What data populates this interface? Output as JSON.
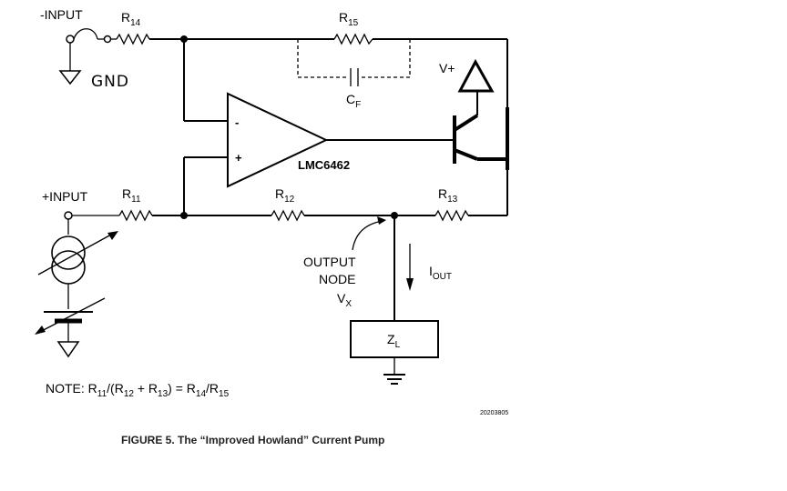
{
  "labels": {
    "neg_input": "-INPUT",
    "pos_input": "+INPUT",
    "gnd": "GND",
    "vplus": "V+",
    "opamp": "LMC6462",
    "output_node_line1": "OUTPUT",
    "output_node_line2": "NODE",
    "vx_main": "V",
    "vx_sub": "X",
    "iout_main": "I",
    "iout_sub": "OUT",
    "zl_main": "Z",
    "zl_sub": "L",
    "opamp_minus": "-",
    "opamp_plus": "+"
  },
  "resistors": {
    "r14": {
      "main": "R",
      "sub": "14"
    },
    "r15": {
      "main": "R",
      "sub": "15"
    },
    "r11": {
      "main": "R",
      "sub": "11"
    },
    "r12": {
      "main": "R",
      "sub": "12"
    },
    "r13": {
      "main": "R",
      "sub": "13"
    },
    "cf": {
      "main": "C",
      "sub": "F"
    }
  },
  "note": {
    "t1": "NOTE: R",
    "s1": "11",
    "t2": "/(R",
    "s2": "12",
    "t3": " + R",
    "s3": "13",
    "t4": ") = R",
    "s4": "14",
    "t5": "/R",
    "s5": "15"
  },
  "figure_code": "20203805",
  "caption": "FIGURE 5. The “Improved Howland” Current Pump"
}
